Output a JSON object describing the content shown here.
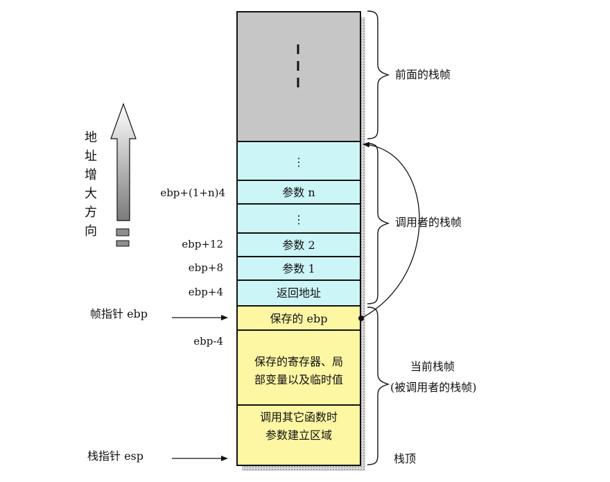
{
  "colors": {
    "previous_frame": "#c6c6c6",
    "caller_frame": "#ccf5f7",
    "current_frame": "#fdf6a3",
    "border": "#111111",
    "shadow": "#b8b8b8"
  },
  "stack": {
    "previous_frame_vdots": "⋮",
    "caller_cells": {
      "vdots_top": "⋮",
      "param_n": "参数 n",
      "vdots_mid": "⋮",
      "param_2": "参数 2",
      "param_1": "参数 1",
      "return_address": "返回地址"
    },
    "current_cells": {
      "saved_ebp": "保存的 ebp",
      "saved_regs_line1": "保存的寄存器、局",
      "saved_regs_line2": "部变量以及临时值",
      "args_area_line1": "调用其它函数时",
      "args_area_line2": "参数建立区域"
    }
  },
  "offsets": {
    "ebp_1n_4": "ebp+(1+n)4",
    "ebp_12": "ebp+12",
    "ebp_8": "ebp+8",
    "ebp_4": "ebp+4",
    "ebp_minus_4": "ebp-4"
  },
  "pointers": {
    "frame_pointer": "帧指针 ebp",
    "stack_pointer": "栈指针 esp"
  },
  "braces": {
    "previous_frame": "前面的栈帧",
    "caller_frame": "调用者的栈帧",
    "current_frame_line1": "当前栈帧",
    "current_frame_line2": "(被调用者的栈帧)",
    "stack_top": "栈顶"
  },
  "address_direction": [
    "地",
    "址",
    "增",
    "大",
    "方",
    "向"
  ]
}
